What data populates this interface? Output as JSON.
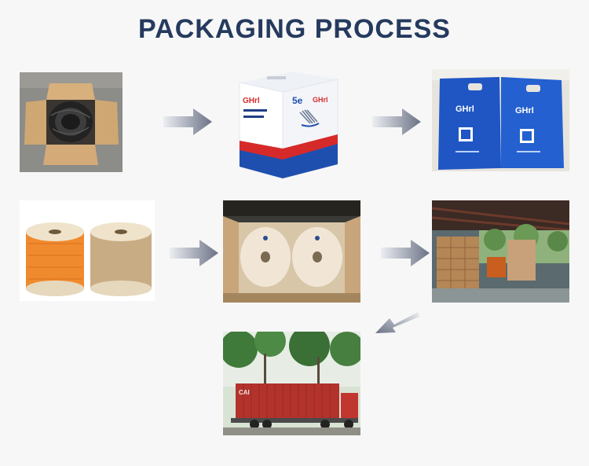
{
  "page": {
    "title": "PACKAGING PROCESS"
  },
  "colors": {
    "title": "#253a5e",
    "arrow_light": "#eceef2",
    "arrow_dark": "#6b7286",
    "box_blue": "#1f56c4",
    "cable_orange": "#f08a2e",
    "container_red": "#b3322c"
  },
  "logos": {
    "brand": "GHrl",
    "category": "5e"
  },
  "steps": [
    {
      "name": "carton-coil",
      "icon": "open-carton-with-cable-coil"
    },
    {
      "name": "printed-box",
      "icon": "printed-cable-box"
    },
    {
      "name": "blue-bags",
      "icon": "blue-woven-bags"
    },
    {
      "name": "cable-reels",
      "icon": "wooden-cable-reels"
    },
    {
      "name": "reels-in-carton",
      "icon": "reels-packed-in-carton"
    },
    {
      "name": "warehouse",
      "icon": "warehouse-loading"
    },
    {
      "name": "container-truck",
      "icon": "container-truck-shipping"
    }
  ]
}
